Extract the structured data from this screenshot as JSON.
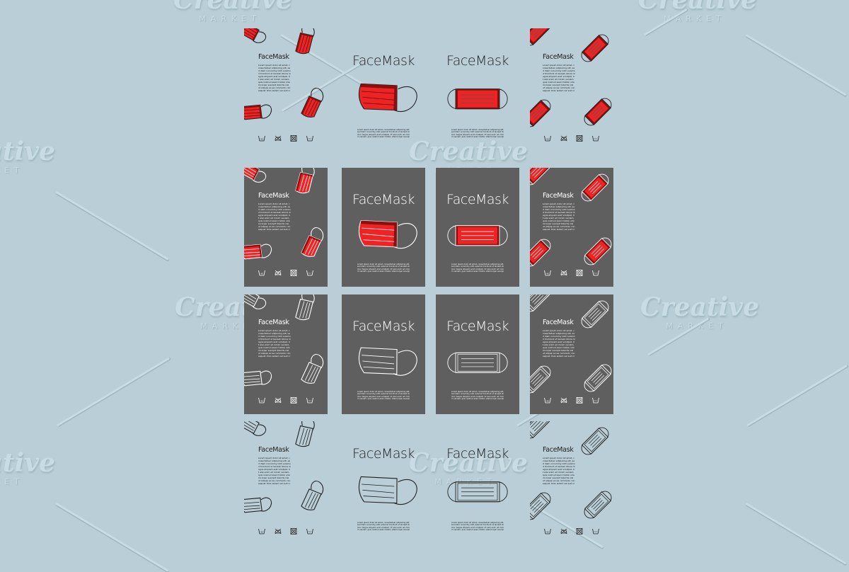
{
  "watermark": {
    "brand_script": "Creative",
    "brand_sub": "MARKET"
  },
  "colors": {
    "background": "#b9ced6",
    "card_dark": "#5f5f5f",
    "mask_red": "#ee2424",
    "mask_dark_red": "#8a0f0f",
    "outline_light": "#ffffff",
    "outline_dark": "#222222"
  },
  "product": {
    "title": "FaceMask",
    "body_lorem": "Lorem ipsum dolor sit amet, consectetuer adipiscing elit, sed diam nonummy nibh euismod tincidunt ut laoreet dolore magna aliquam erat volutpat. Ut wisi enim ad minim veniam, quis nostrud exerci tation ullamcorper suscipit lobortis nisl ut aliquip ex ea commodo consequat. Duis autem vel eum iriure dolor in hendrerit in vulputate velit esse molestie consequat, vel illum dolore eu feugiat nulla facilisis at vero eros et accumsan.",
    "foot_lorem": "Lorem ipsum dolor sit amet, consectetuer adipiscing elit, sed diam nonummy nibh euismod tincidunt ut laoreet dolore magna aliquam erat volutpat. Ut wisi enim ad minim veniam, quis nostrud exerci tation ullamcorper suscipit lobortis nisl ut aliquip ex ea commodo consequat.",
    "care_icons": [
      "wash-40-icon",
      "no-iron-icon",
      "no-tumble-dry-icon",
      "hand-wash-icon"
    ],
    "wash_temp": "40"
  },
  "grid": {
    "columns": 4,
    "rows": [
      {
        "theme": "light",
        "mask_style": "red"
      },
      {
        "theme": "dark",
        "mask_style": "red"
      },
      {
        "theme": "dark",
        "mask_style": "outline"
      },
      {
        "theme": "light",
        "mask_style": "outline"
      }
    ],
    "column_layouts": [
      "scattered-3d-masks",
      "single-3d-mask",
      "single-flat-mask",
      "diagonal-flat-masks"
    ]
  }
}
